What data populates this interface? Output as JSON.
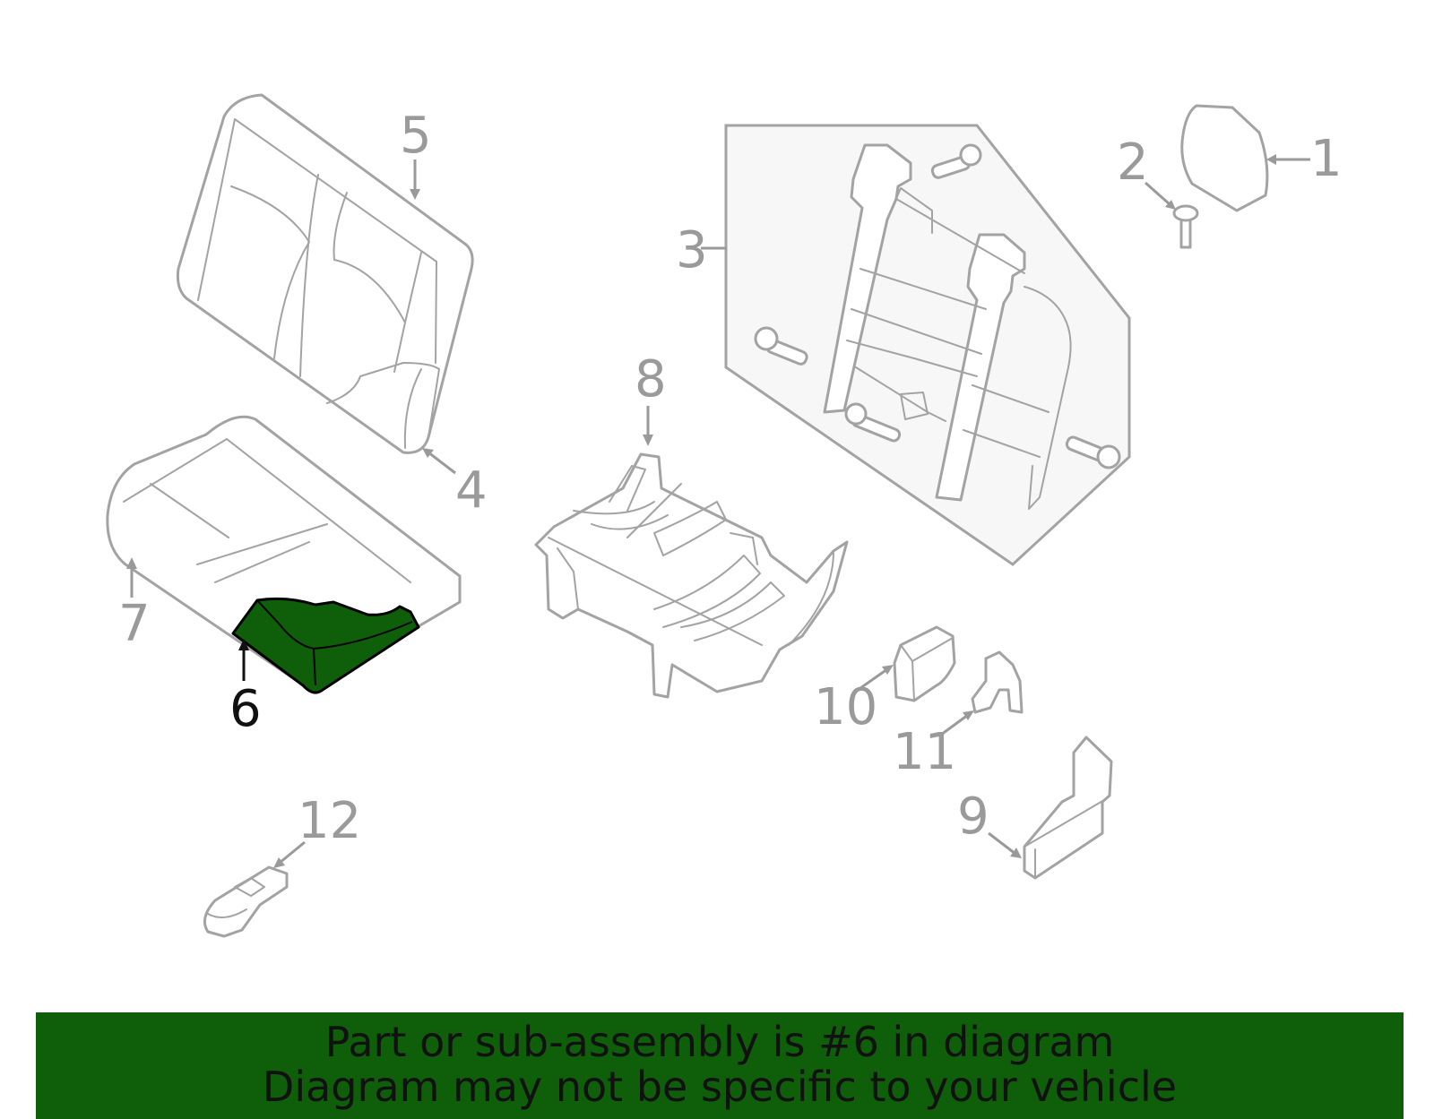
{
  "diagram": {
    "callouts": [
      {
        "id": "1",
        "label": "1"
      },
      {
        "id": "2",
        "label": "2"
      },
      {
        "id": "3",
        "label": "3"
      },
      {
        "id": "4",
        "label": "4"
      },
      {
        "id": "5",
        "label": "5"
      },
      {
        "id": "6",
        "label": "6",
        "highlighted": true
      },
      {
        "id": "7",
        "label": "7"
      },
      {
        "id": "8",
        "label": "8"
      },
      {
        "id": "9",
        "label": "9"
      },
      {
        "id": "10",
        "label": "10"
      },
      {
        "id": "11",
        "label": "11"
      },
      {
        "id": "12",
        "label": "12"
      }
    ],
    "highlighted_part": "6"
  },
  "banner": {
    "line1": "Part or sub-assembly is #6 in diagram",
    "line2": "Diagram may not be specific to your vehicle"
  },
  "colors": {
    "highlight": "#0f5e0a",
    "banner_bg": "#0f5e0a",
    "line_art": "#a3a3a3",
    "callout_text": "#9a9a9a",
    "banner_text": "#111111",
    "frame_fill": "#f7f7f7"
  }
}
